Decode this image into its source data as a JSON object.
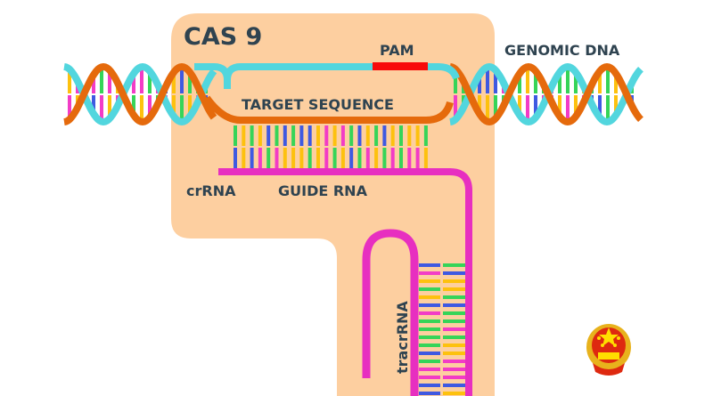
{
  "labels": {
    "cas9": "CAS 9",
    "pam": "PAM",
    "genomic_dna": "GENOMIC DNA",
    "target_sequence": "TARGET SEQUENCE",
    "crrna": "crRNA",
    "guide_rna": "GUIDE RNA",
    "tracrrna": "tracrRNA"
  },
  "colors": {
    "cas9_body": "#fdcfa0",
    "strand_cyan": "#52d6de",
    "strand_orange": "#e56a0c",
    "pam": "#f80a0a",
    "rna": "#e72fc0",
    "base_yellow": "#fdc10e",
    "base_green": "#36d458",
    "base_blue": "#3f59e1",
    "base_pink": "#f23cc6",
    "text": "#2f4350"
  },
  "emblem": "national-emblem"
}
